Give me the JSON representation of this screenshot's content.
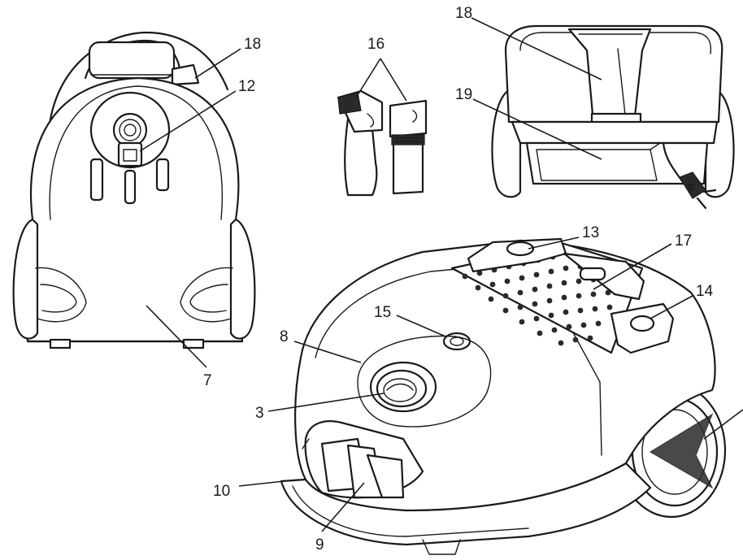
{
  "callouts": [
    {
      "id": "c-18-rear",
      "label": "18"
    },
    {
      "id": "c-12",
      "label": "12"
    },
    {
      "id": "c-7",
      "label": "7"
    },
    {
      "id": "c-16",
      "label": "16"
    },
    {
      "id": "c-18-top",
      "label": "18"
    },
    {
      "id": "c-19",
      "label": "19"
    },
    {
      "id": "c-13",
      "label": "13"
    },
    {
      "id": "c-17",
      "label": "17"
    },
    {
      "id": "c-14",
      "label": "14"
    },
    {
      "id": "c-15",
      "label": "15"
    },
    {
      "id": "c-8",
      "label": "8"
    },
    {
      "id": "c-3",
      "label": "3"
    },
    {
      "id": "c-10",
      "label": "10"
    },
    {
      "id": "c-9",
      "label": "9"
    }
  ]
}
